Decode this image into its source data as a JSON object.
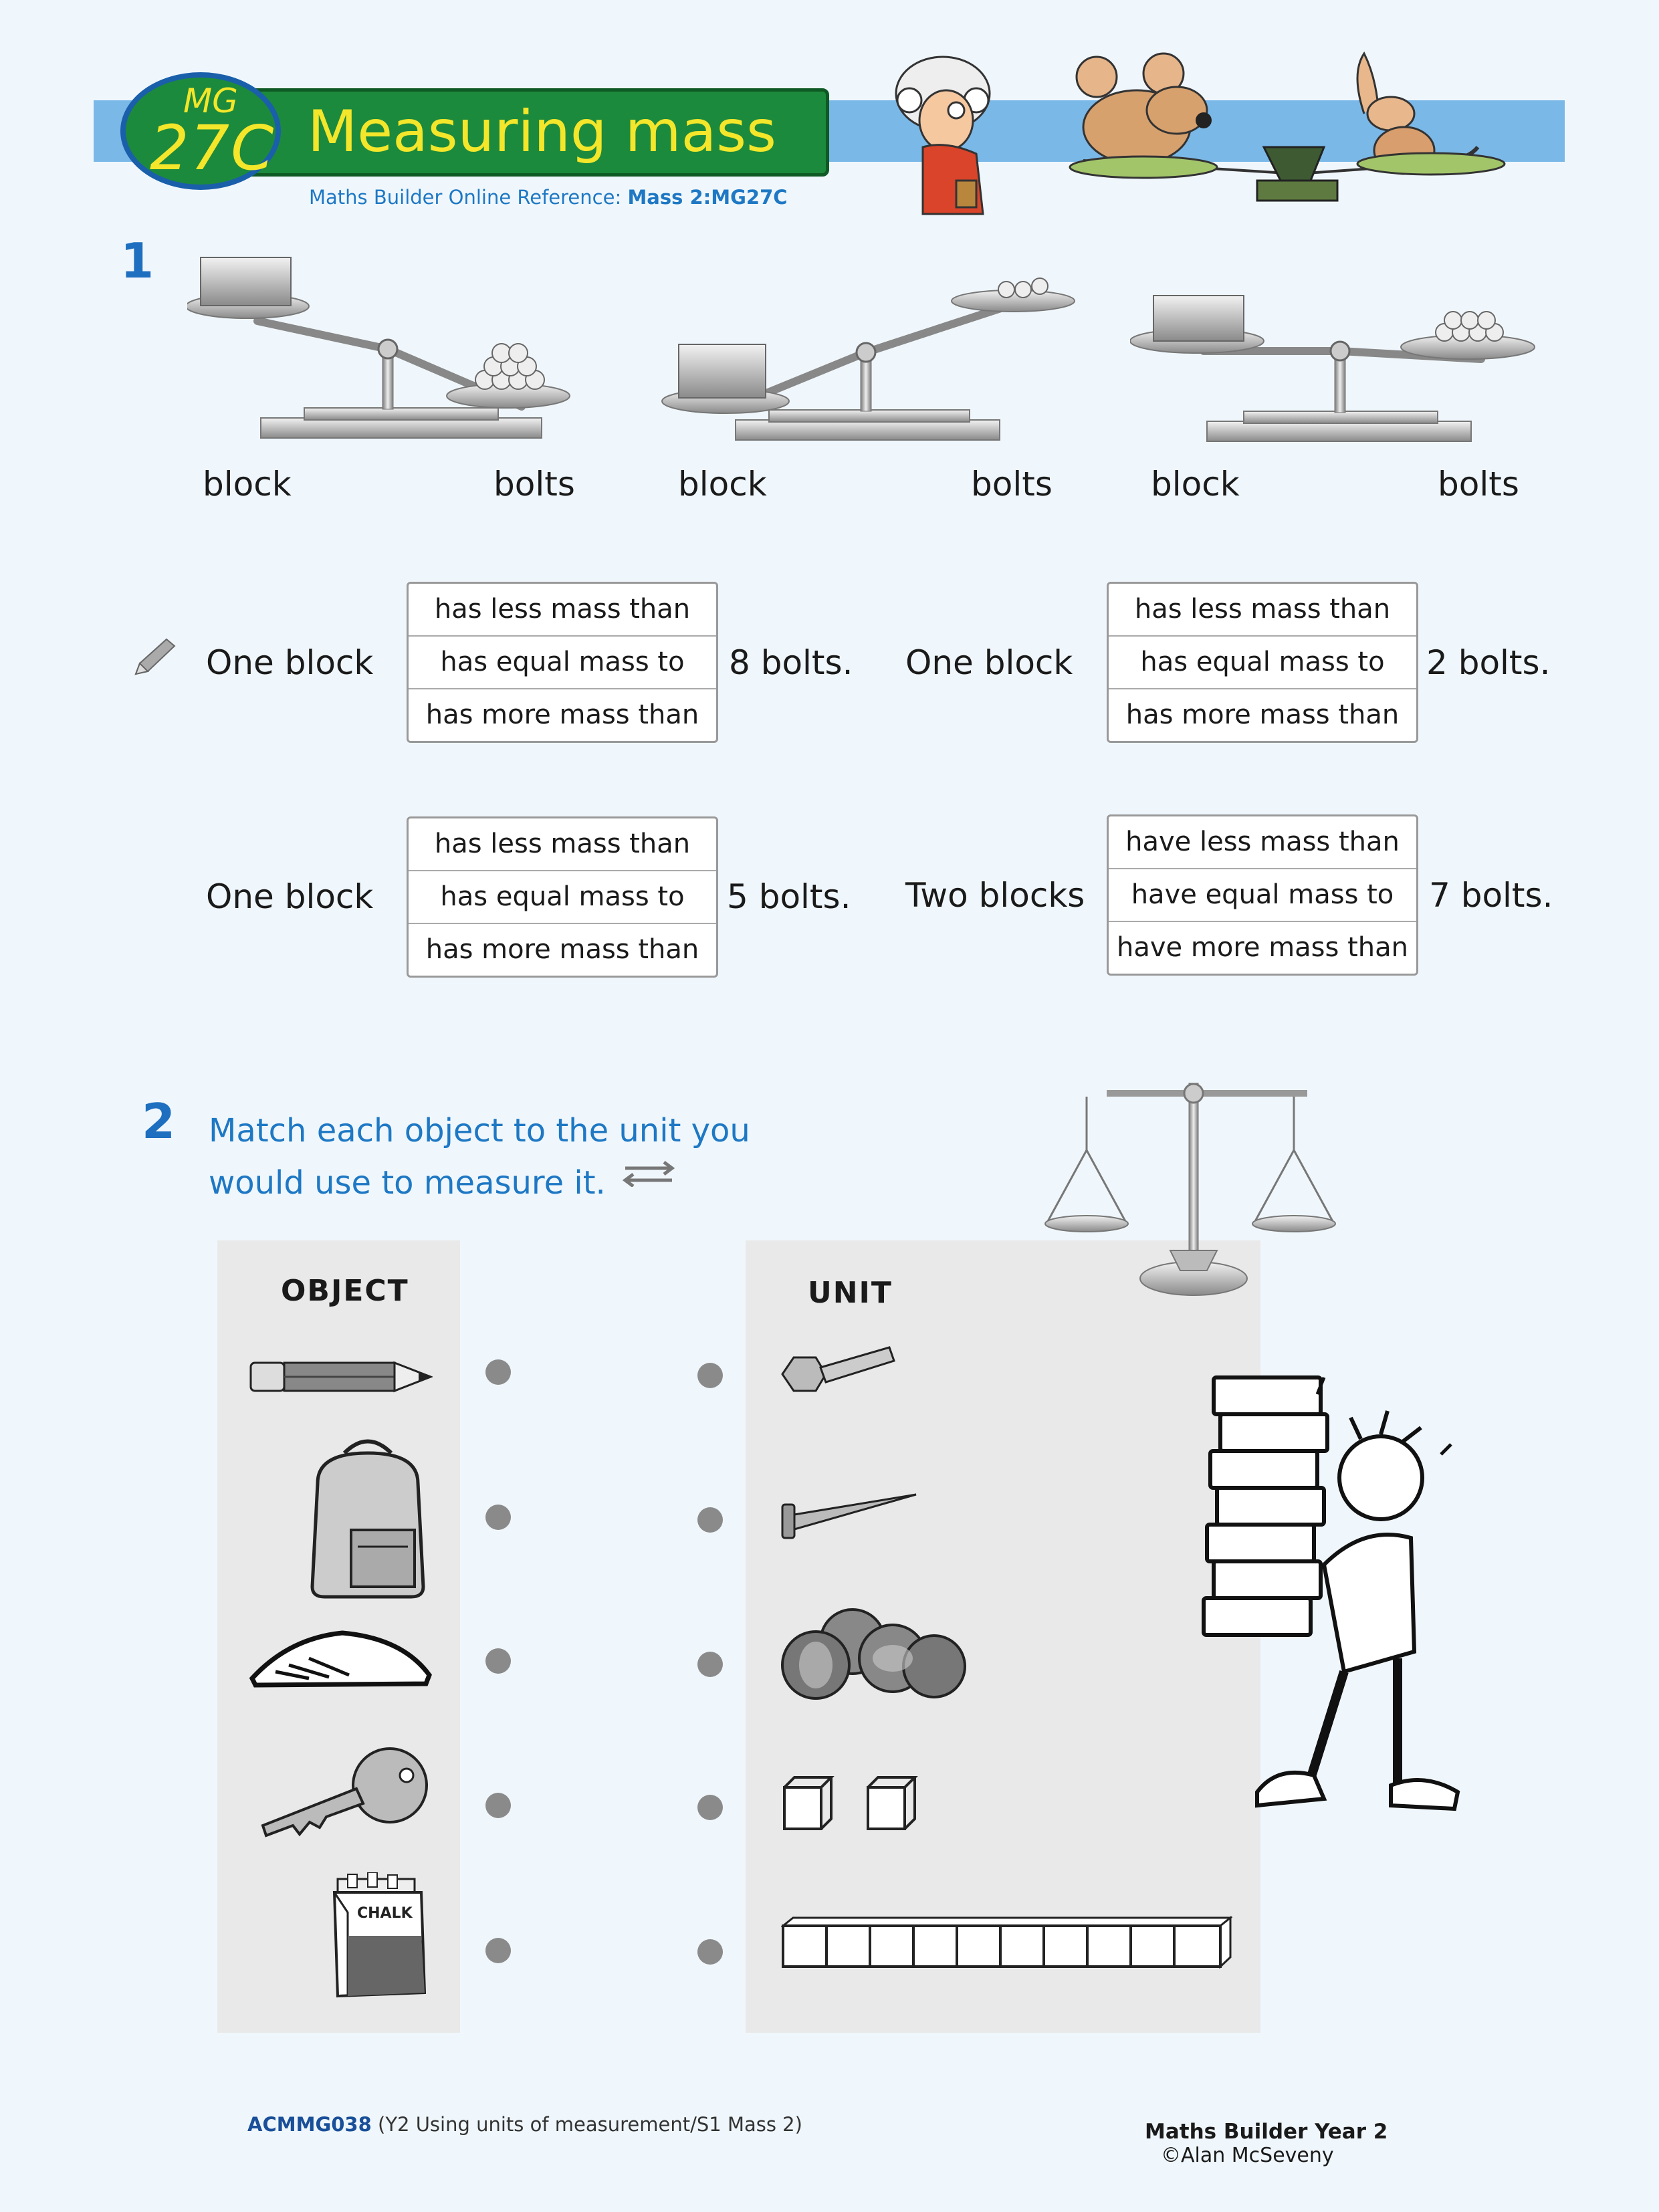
{
  "header": {
    "code_prefix": "MG",
    "code_number": "27C",
    "title": "Measuring mass",
    "reference_label": "Maths Builder Online Reference:",
    "reference_value": "Mass 2:MG27C"
  },
  "q1": {
    "number": "1",
    "scale_labels": [
      {
        "left": "block",
        "right": "bolts"
      },
      {
        "left": "block",
        "right": "bolts"
      },
      {
        "left": "block",
        "right": "bolts"
      }
    ],
    "statements": [
      {
        "subject": "One block",
        "options": [
          "has less mass than",
          "has equal mass to",
          "has more mass than"
        ],
        "object": "8 bolts."
      },
      {
        "subject": "One block",
        "options": [
          "has less mass than",
          "has equal mass to",
          "has more mass than"
        ],
        "object": "2 bolts."
      },
      {
        "subject": "One block",
        "options": [
          "has less mass than",
          "has equal mass to",
          "has more mass than"
        ],
        "object": "5 bolts."
      },
      {
        "subject": "Two blocks",
        "options": [
          "have less mass than",
          "have equal mass to",
          "have more mass than"
        ],
        "object": "7 bolts."
      }
    ]
  },
  "q2": {
    "number": "2",
    "instruction_line1": "Match each object to the unit you",
    "instruction_line2": "would use to measure it.",
    "object_header": "OBJECT",
    "unit_header": "UNIT",
    "objects": [
      "pencil-icon",
      "backpack-icon",
      "rock-icon",
      "key-icon",
      "chalk-box-icon"
    ],
    "chalk_label": "CHALK",
    "units": [
      "bolt-icon",
      "nail-icon",
      "coins-icon",
      "small-cubes-icon",
      "block-row-icon"
    ]
  },
  "footer": {
    "code": "ACMMG038",
    "code_desc": "(Y2 Using units of measurement/S1 Mass 2)",
    "book": "Maths Builder Year 2",
    "copyright": "©Alan McSeveny"
  }
}
